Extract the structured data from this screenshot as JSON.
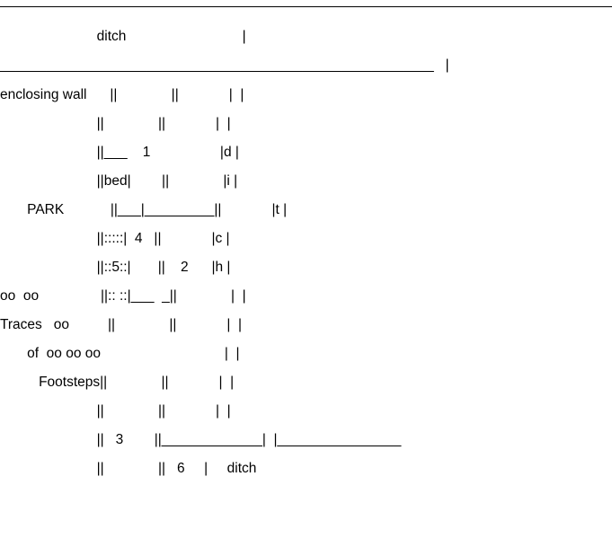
{
  "diagram": {
    "lines": [
      "                         ditch                              |",
      "________________________________________________________   |",
      "enclosing wall      ||              ||             |  |",
      "                         ||              ||             |  |",
      "                         ||___    1                  |d |",
      "                         ||bed|        ||              |i |",
      "       PARK            ||___|_________||             |t |",
      "                         ||:::::|  4   ||             |c |",
      "                         ||::5::|       ||    2      |h |",
      "oo  oo                ||:: ::|___  _||              |  |",
      "Traces   oo          ||              ||             |  |",
      "       of  oo oo oo                                |  |",
      "          Footsteps||              ||             |  |",
      "                         ||              ||             |  |",
      "                         ||   3        ||_____________|  |________________",
      "                         ||              ||   6     |     ditch"
    ]
  }
}
